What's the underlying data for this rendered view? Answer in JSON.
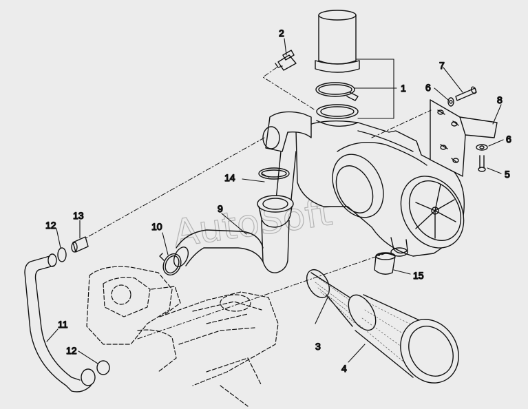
{
  "watermark": "AutoSoft",
  "callouts": [
    {
      "id": "c1",
      "text": "1"
    },
    {
      "id": "c2",
      "text": "2"
    },
    {
      "id": "c3",
      "text": "3"
    },
    {
      "id": "c4",
      "text": "4"
    },
    {
      "id": "c5",
      "text": "5"
    },
    {
      "id": "c6a",
      "text": "6"
    },
    {
      "id": "c6b",
      "text": "6"
    },
    {
      "id": "c7",
      "text": "7"
    },
    {
      "id": "c8",
      "text": "8"
    },
    {
      "id": "c9",
      "text": "9"
    },
    {
      "id": "c10",
      "text": "10"
    },
    {
      "id": "c11",
      "text": "11"
    },
    {
      "id": "c12a",
      "text": "12"
    },
    {
      "id": "c12b",
      "text": "12"
    },
    {
      "id": "c13",
      "text": "13"
    },
    {
      "id": "c14",
      "text": "14"
    },
    {
      "id": "c15",
      "text": "15"
    }
  ]
}
